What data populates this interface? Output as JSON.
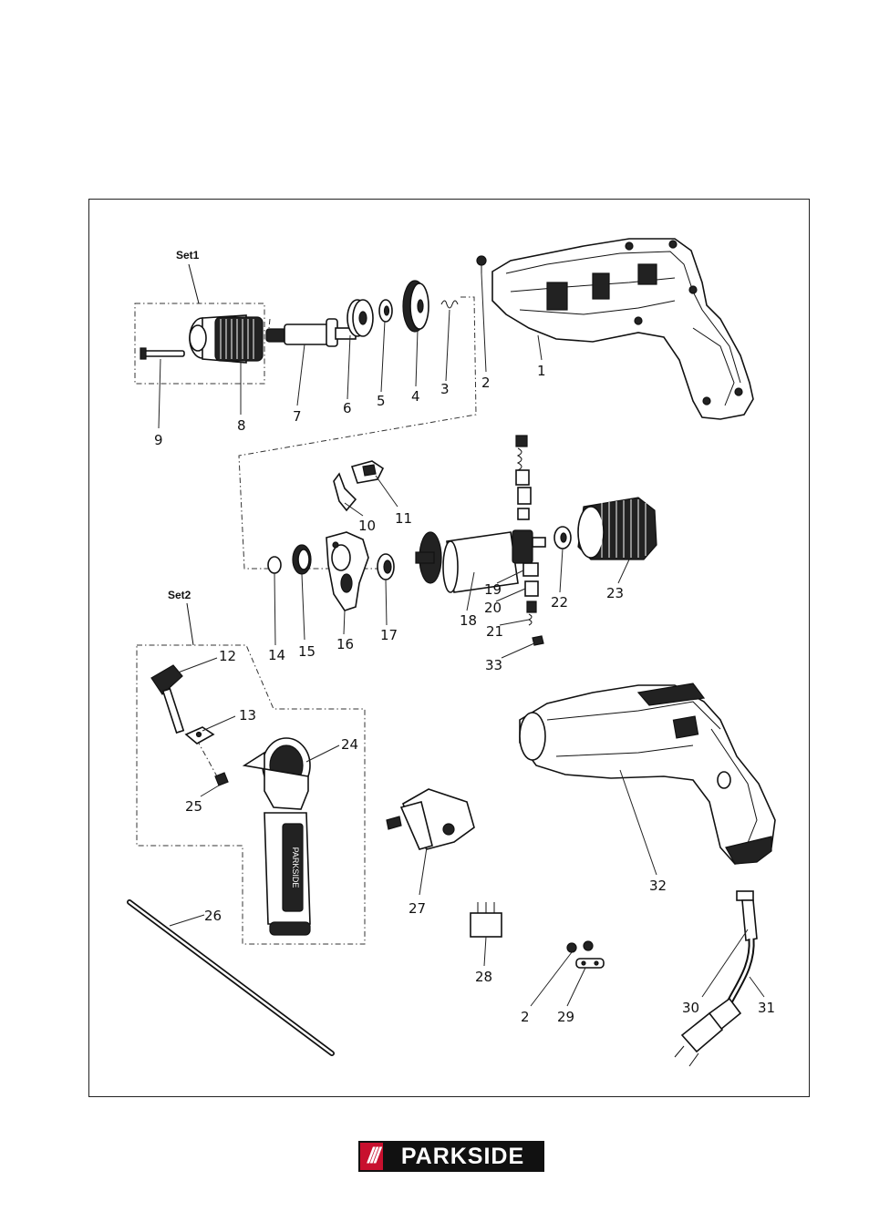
{
  "set_labels": {
    "set1": "Set1",
    "set2": "Set2"
  },
  "callouts": {
    "n1": "1",
    "n2a": "2",
    "n3": "3",
    "n4": "4",
    "n5": "5",
    "n6": "6",
    "n7": "7",
    "n8": "8",
    "n9": "9",
    "n10": "10",
    "n11": "11",
    "n12": "12",
    "n13": "13",
    "n14": "14",
    "n15": "15",
    "n16": "16",
    "n17": "17",
    "n18": "18",
    "n19": "19",
    "n20": "20",
    "n21": "21",
    "n22": "22",
    "n23": "23",
    "n24": "24",
    "n25": "25",
    "n26": "26",
    "n27": "27",
    "n28": "28",
    "n2b": "2",
    "n29": "29",
    "n30": "30",
    "n31": "31",
    "n32": "32",
    "n33": "33"
  },
  "handle_text": "PARKSIDE",
  "logo": {
    "slashes": "///",
    "brand": "PARKSIDE",
    "accent": "#c8102e",
    "dark": "#111111"
  }
}
